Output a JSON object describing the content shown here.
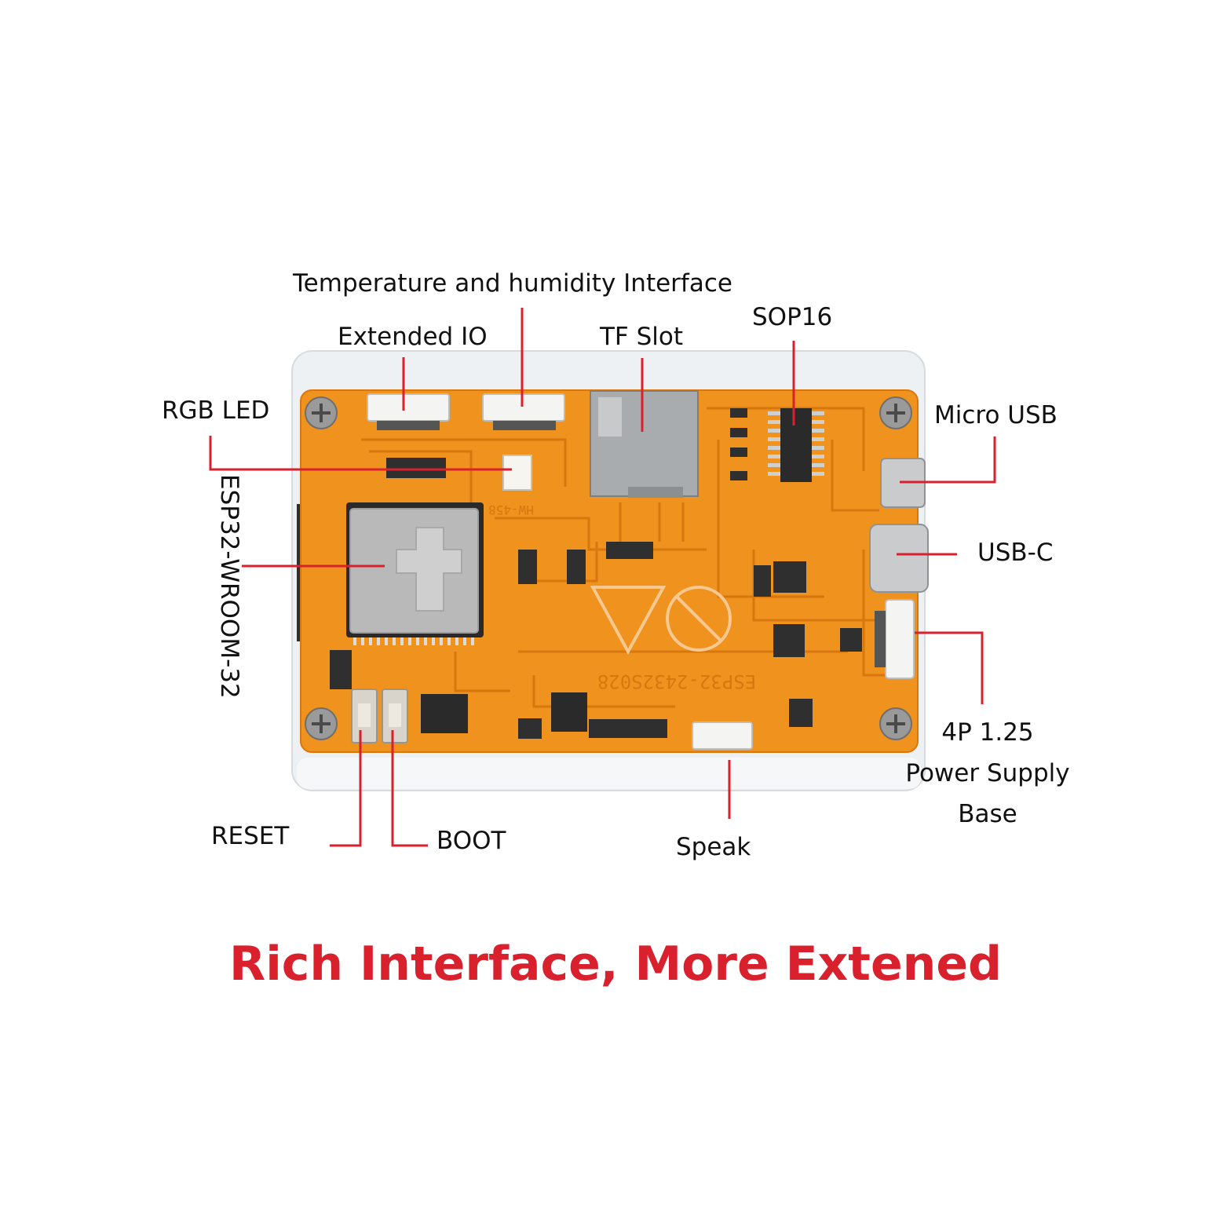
{
  "labels": {
    "temp_humidity": "Temperature and humidity Interface",
    "extended_io": "Extended IO",
    "tf_slot": "TF Slot",
    "sop16": "SOP16",
    "rgb_led": "RGB LED",
    "micro_usb": "Micro USB",
    "usb_c": "USB-C",
    "esp32": "ESP32-WROOM-32",
    "power_line1": "4P 1.25",
    "power_line2": "Power Supply",
    "power_line3": "Base",
    "reset": "RESET",
    "boot": "BOOT",
    "speak": "Speak"
  },
  "board_silkscreen": {
    "model": "ESP32-2432S028",
    "hw": "HW-458"
  },
  "headline": "Rich Interface, More Extened",
  "colors": {
    "pcb": "#f0921e",
    "pcb_dark": "#d9770f",
    "callout_line": "#d9202d",
    "headline": "#d9202d",
    "acrylic": "#eef1f3",
    "module_shield": "#b9b9b9",
    "chip": "#2a2a2a"
  },
  "icons": [
    "screw-icon",
    "pb-free-icon",
    "recycle-triangle-icon"
  ]
}
